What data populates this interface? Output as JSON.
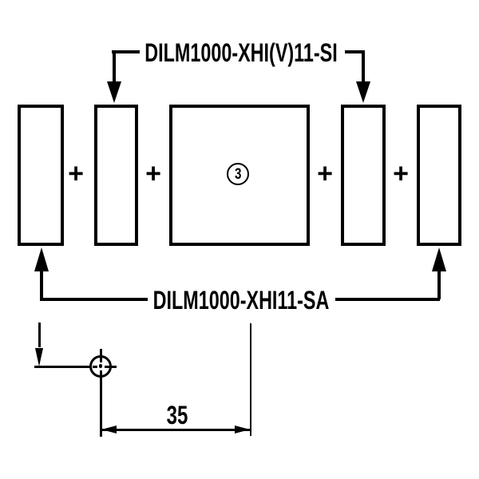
{
  "diagram": {
    "top_label": "DILM1000-XHI(V)11-SI",
    "bottom_label": "DILM1000-XHI11-SA",
    "position_marker": "3",
    "plus_sign": "+",
    "dimension": {
      "value": "35"
    },
    "colors": {
      "line": "#000000",
      "background": "#ffffff"
    }
  }
}
